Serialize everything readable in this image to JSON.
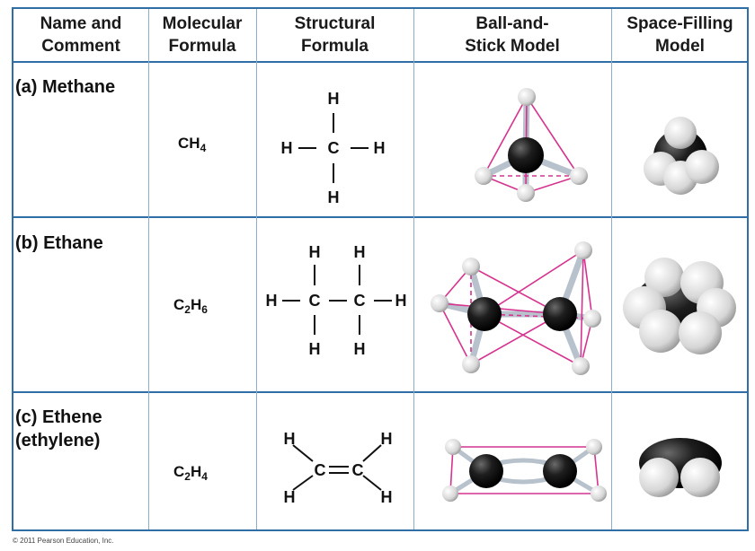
{
  "headers": {
    "name": "Name and\nComment",
    "molecular": "Molecular\nFormula",
    "structural": "Structural\nFormula",
    "ballstick": "Ball-and-\nStick Model",
    "spacefilling": "Space-Filling\nModel"
  },
  "rows": [
    {
      "name": "(a) Methane",
      "formula_parts": [
        "CH",
        "4"
      ]
    },
    {
      "name": "(b) Ethane",
      "formula_parts": [
        "C",
        "2",
        "H",
        "6"
      ]
    },
    {
      "name": "(c) Ethene\n    (ethylene)",
      "formula_parts": [
        "C",
        "2",
        "H",
        "4"
      ]
    }
  ],
  "atoms": {
    "hydrogen": "H",
    "carbon": "C"
  },
  "copyright": "© 2011 Pearson Education, Inc.",
  "colors": {
    "border": "#2f6fa6",
    "tetrahedron": "#d6338f",
    "carbon": "#1a1a1a",
    "hydrogen": "#e6e6e6"
  }
}
